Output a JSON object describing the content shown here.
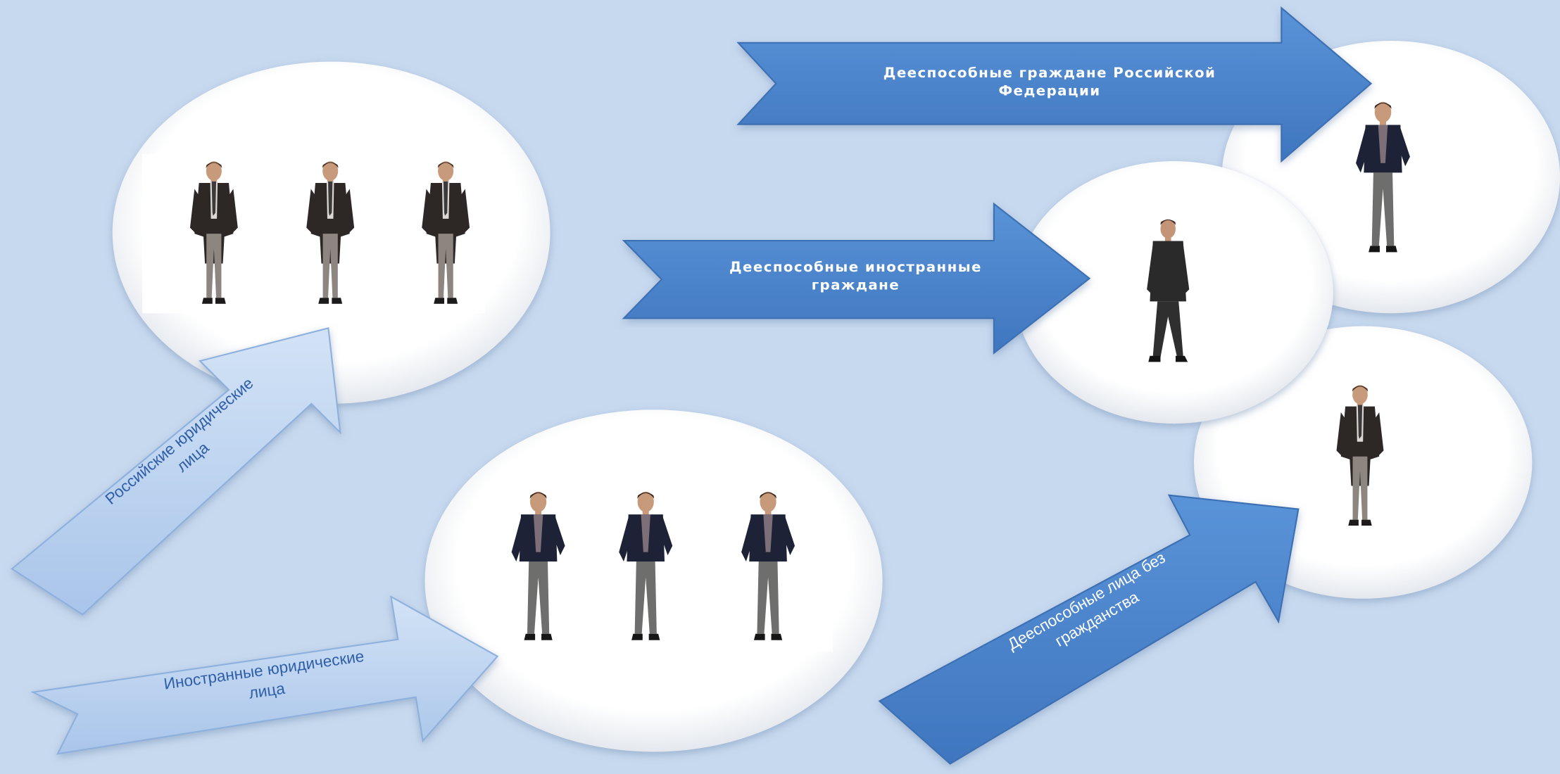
{
  "diagram": {
    "colors": {
      "background": "#c7d9ef",
      "dark_arrow": "#4a83cc",
      "light_arrow": "#bcd3f0",
      "bubble": "#ffffff"
    },
    "arrows": {
      "russian_citizens": {
        "label_line1": "Дееспособные граждане Российской",
        "label_line2": "Федерации"
      },
      "foreign_citizens": {
        "label_line1": "Дееспособные иностранные",
        "label_line2": "граждане"
      },
      "russian_legal_entities": {
        "label_line1": "Российские юридические",
        "label_line2": "лица"
      },
      "foreign_legal_entities": {
        "label_line1": "Иностранные юридические",
        "label_line2": "лица"
      },
      "stateless_persons": {
        "label_line1": "Дееспособные лица без",
        "label_line2": "гражданства"
      }
    },
    "groups": {
      "russian_legal_entities": {
        "people": 3,
        "icon": "person-in-coat-icon"
      },
      "foreign_legal_entities": {
        "people": 3,
        "icon": "person-in-blazer-icon"
      },
      "russian_citizen": {
        "people": 1,
        "icon": "person-in-blazer-icon"
      },
      "foreign_citizen": {
        "people": 1,
        "icon": "person-in-dark-coat-icon"
      },
      "stateless_person": {
        "people": 1,
        "icon": "person-in-coat-icon"
      }
    }
  }
}
